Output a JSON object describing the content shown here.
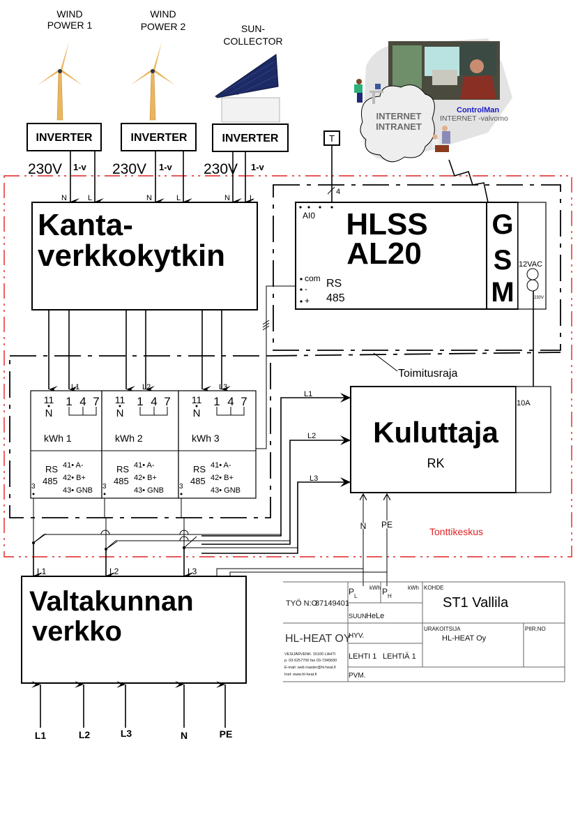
{
  "sources": [
    {
      "title_line1": "WIND",
      "title_line2": "POWER 1",
      "inverter": "INVERTER",
      "voltage": "230V",
      "phase": "1-v",
      "pins": [
        "N",
        "L"
      ]
    },
    {
      "title_line1": "WIND",
      "title_line2": "POWER 2",
      "inverter": "INVERTER",
      "voltage": "230V",
      "phase": "1-v",
      "pins": [
        "N",
        "L"
      ]
    },
    {
      "title_line1": "SUN-",
      "title_line2": "COLLECTOR",
      "inverter": "INVERTER",
      "voltage": "230V",
      "phase": "1-v",
      "pins": [
        "N",
        "L"
      ]
    }
  ],
  "network": {
    "cloud_line1": "INTERNET",
    "cloud_line2": "INTRANET",
    "brand": "ControlMan",
    "subtitle": "INTERNET -valvomo",
    "brand_color": "#1a1ac8"
  },
  "sensor": {
    "label": "T",
    "wires": "4"
  },
  "switch_box": {
    "line1": "Kanta-",
    "line2": "verkkokytkin"
  },
  "controller": {
    "line1": "HLSS",
    "line2": "AL20",
    "input_label": "AI0",
    "rs_pins": [
      "com",
      "-",
      "+"
    ],
    "rs_label1": "RS",
    "rs_label2": "485",
    "gsm": [
      "G",
      "S",
      "M"
    ],
    "transformer_label": "12VAC",
    "transformer_input": "230V"
  },
  "meters": [
    {
      "phase": "L1",
      "n_pin": "11",
      "n_label": "N",
      "pins": [
        "1",
        "4",
        "7"
      ],
      "name": "kWh 1",
      "rs1": "RS",
      "rs2": "485",
      "terms": [
        "41• A-",
        "42• B+",
        "43• GNB"
      ],
      "ground": "3"
    },
    {
      "phase": "L2",
      "n_pin": "11",
      "n_label": "N",
      "pins": [
        "1",
        "4",
        "7"
      ],
      "name": "kWh 2",
      "rs1": "RS",
      "rs2": "485",
      "terms": [
        "41• A-",
        "42• B+",
        "43• GNB"
      ],
      "ground": "3"
    },
    {
      "phase": "L3",
      "n_pin": "11",
      "n_label": "N",
      "pins": [
        "1",
        "4",
        "7"
      ],
      "name": "kWh 3",
      "rs1": "RS",
      "rs2": "485",
      "terms": [
        "41• A-",
        "42• B+",
        "43• GNB"
      ],
      "ground": "3"
    }
  ],
  "boundary_label": "Toimitusraja",
  "consumer": {
    "title": "Kuluttaja",
    "subtitle": "RK",
    "breaker": "10A",
    "inputs": [
      "L1",
      "L2",
      "L3"
    ],
    "bottom_inputs": [
      "N",
      "PE"
    ]
  },
  "site_label": "Tonttikeskus",
  "site_label_color": "#e02020",
  "grid": {
    "line1": "Valtakunnan",
    "line2": "verkko",
    "top_phases": [
      "L1",
      "L2",
      "L3"
    ],
    "feeds": [
      "L1",
      "L2",
      "L3",
      "N",
      "PE"
    ]
  },
  "title_block": {
    "work_no_label": "TYÖ N:O",
    "work_no": "87149401",
    "pl_label": "P",
    "pl_sub": "L",
    "pl_unit": "kWh",
    "ph_label": "P",
    "ph_sub": "H",
    "ph_unit": "kWh",
    "target_label": "KOHDE",
    "target": "ST1 Vallila",
    "designed_label": "SUUN.",
    "designed": "HeLe",
    "company": "HL-HEAT OY",
    "address": "VESIJÄRVENK.   15100 LAHTI",
    "phone": "p. 03-5257700 fax 03-7345830",
    "email": "E-mail: web master@hl-heat.fi",
    "web": "Inet: www.hl-heat.fi",
    "approved_label": "HYV.",
    "contractor_label": "URAKOITSIJA",
    "contractor": "HL-HEAT Oy",
    "drawing_no_label": "PIIR.NO",
    "sheet": "LEHTI 1",
    "sheets": "LEHTIÄ 1",
    "date_label": "PVM."
  }
}
